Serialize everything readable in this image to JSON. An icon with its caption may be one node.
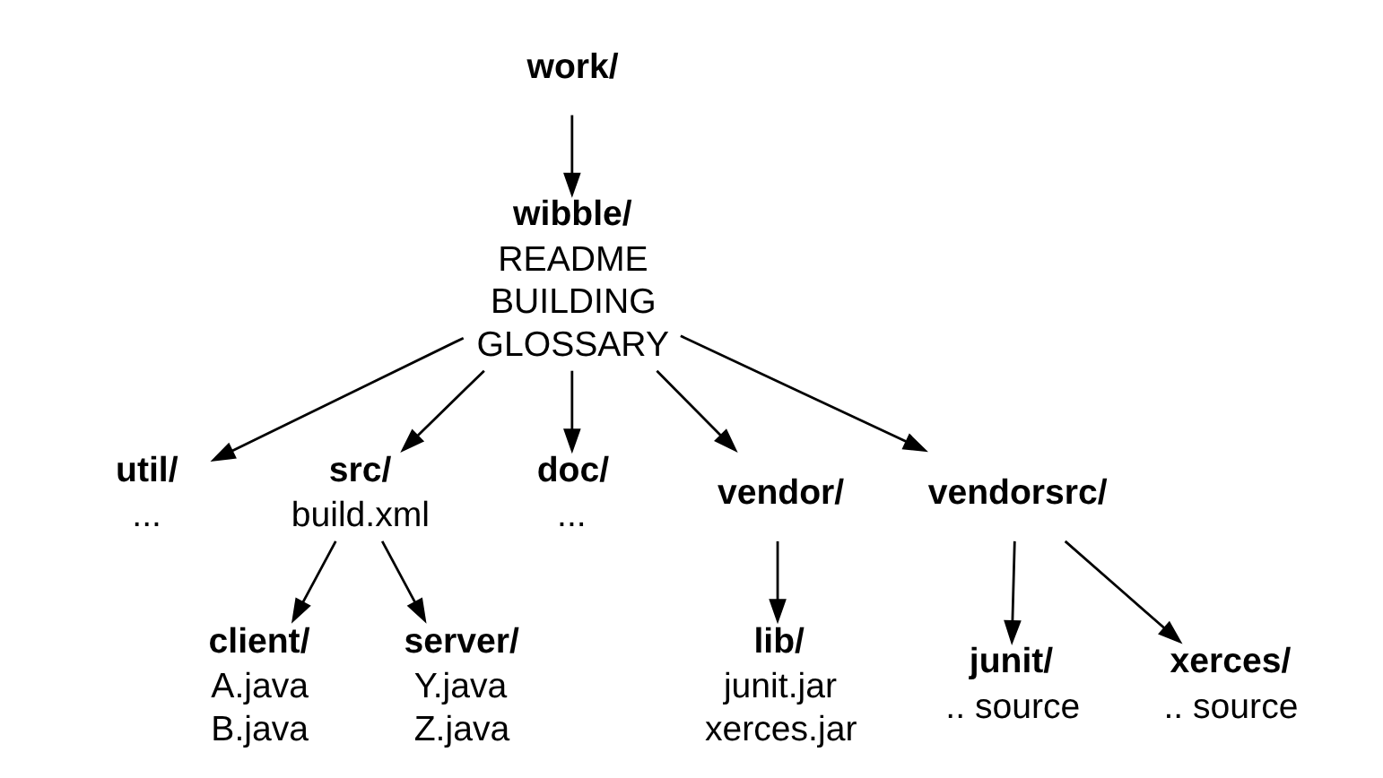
{
  "diagram": {
    "nodes": [
      {
        "text": [
          "work/"
        ]
      },
      {
        "text": [
          "wibble/",
          "README",
          "BUILDING",
          "GLOSSARY"
        ]
      },
      {
        "text": [
          "util/",
          "..."
        ]
      },
      {
        "text": [
          "src/",
          "build.xml"
        ]
      },
      {
        "text": [
          "doc/",
          "..."
        ]
      },
      {
        "text": [
          "vendor/"
        ]
      },
      {
        "text": [
          "vendorsrc/"
        ]
      },
      {
        "text": [
          "client/",
          "A.java",
          "B.java"
        ]
      },
      {
        "text": [
          "server/",
          "Y.java",
          "Z.java"
        ]
      },
      {
        "text": [
          "lib/",
          "junit.jar",
          "xerces.jar"
        ]
      },
      {
        "text": [
          "junit/",
          ".. source"
        ]
      },
      {
        "text": [
          "xerces/",
          ".. source"
        ]
      }
    ],
    "edges": [
      {
        "from": 0,
        "to": 1,
        "arrow": "to"
      },
      {
        "from": 1,
        "to": 2,
        "arrow": "to"
      },
      {
        "from": 1,
        "to": 3,
        "arrow": "to"
      },
      {
        "from": 1,
        "to": 4,
        "arrow": "to"
      },
      {
        "from": 1,
        "to": 5,
        "arrow": "to"
      },
      {
        "from": 1,
        "to": 6,
        "arrow": "to"
      },
      {
        "from": 3,
        "to": 7,
        "arrow": "to"
      },
      {
        "from": 3,
        "to": 8,
        "arrow": "to"
      },
      {
        "from": 5,
        "to": 9,
        "arrow": "to"
      },
      {
        "from": 6,
        "to": 10,
        "arrow": "to"
      },
      {
        "from": 6,
        "to": 11,
        "arrow": "to"
      }
    ]
  }
}
